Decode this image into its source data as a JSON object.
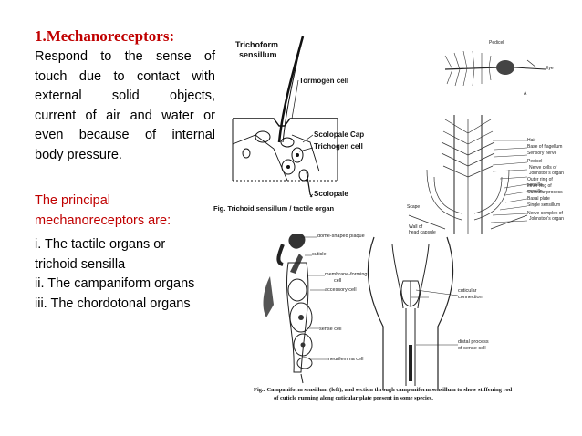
{
  "slide": {
    "title": "1.Mechanoreceptors:",
    "description_lines": [
      "Respond to the sense of",
      "touch due to contact with",
      "external solid objects,",
      "current of air and water or",
      "even because of internal",
      "body pressure."
    ],
    "principal_lines": [
      "The principal",
      "mechanoreceptors are:"
    ],
    "list": [
      "i. The tactile organs or",
      "trichoid sensilla",
      "ii. The campaniform organs",
      "iii. The chordotonal organs"
    ],
    "accent_color": "#c00000"
  },
  "figure_trichoid": {
    "heading_line1": "Trichoform",
    "heading_line2": "sensillum",
    "tormogen": "Tormogen cell",
    "scolopale_cap": "Scolopale Cap",
    "trichogen": "Trichogen cell",
    "scolopale": "Scolopale",
    "caption": "Fig. Trichoid sensillum / tactile organ"
  },
  "figure_johnston": {
    "pedicel": "Pedicel",
    "eye": "Eye",
    "letter_a": "A",
    "labels": [
      "Hair",
      "Base of flagellum",
      "Sensory nerve",
      "Pedicel",
      "Nerve cells of",
      "Johnston's organ",
      "Outer ring of sensilla",
      "Inner ring of sensilla",
      "Cuticular process",
      "Basal plate",
      "Single sensillum",
      "Nerve complex of",
      "Johnston's organ"
    ],
    "scape": "Scape",
    "wall": "Wall of",
    "wall2": "head capsule"
  },
  "figure_campaniform": {
    "dome": "dome-shaped plaque",
    "cuticle": "cuticle",
    "membrane": "membrane-forming",
    "membrane2": "cell",
    "accessory": "accessory cell",
    "sense": "sense cell",
    "neurilemma": "neurilemma  cell",
    "cuticular": "cuticular",
    "connection": "connection",
    "distal": "distal  process",
    "distal2": "of  sense  cell",
    "caption_line1": "Fig.: Campaniform sensillum (left), and section through campaniform sensillum to show stiffening rod",
    "caption_line2": "of cuticle running along cuticular plate present in some species."
  }
}
